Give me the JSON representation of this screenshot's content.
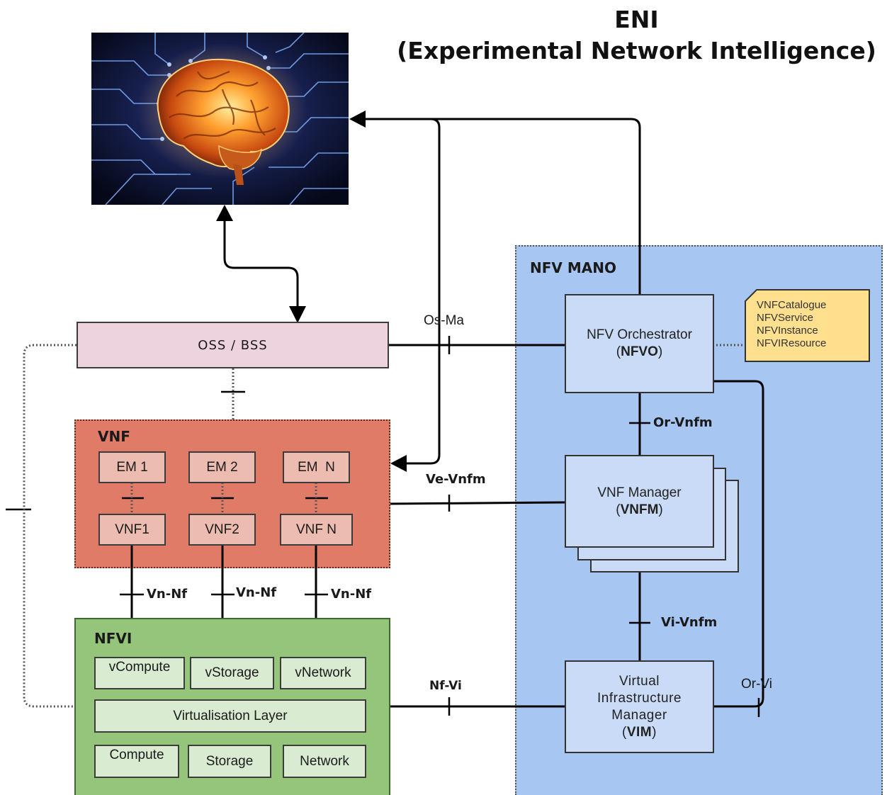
{
  "title": {
    "line1": "ENI",
    "line2": "(Experimental Network Intelligence)"
  },
  "colors": {
    "oss": "#ecd3de",
    "vnf_region": "#e07b67",
    "em_box": "#ecbcb0",
    "nfvi_region": "#94c57a",
    "nfvi_box": "#d9ecd2",
    "mano_region": "#a7c6f2",
    "mano_box": "#c9dbf7",
    "note": "#ffe08e"
  },
  "brain_image": {
    "icon": "brain-circuit-icon"
  },
  "oss": {
    "label": "OSS / BSS"
  },
  "vnf": {
    "label": "VNF",
    "ems": [
      "EM 1",
      "EM 2",
      "EM  N"
    ],
    "vnfs": [
      "VNF1",
      "VNF2",
      "VNF N"
    ]
  },
  "nfvi": {
    "label": "NFVI",
    "virtual": [
      "vCompute",
      "vStorage",
      "vNetwork"
    ],
    "layer": "Virtualisation Layer",
    "physical": [
      "Compute",
      "Storage",
      "Network"
    ]
  },
  "mano": {
    "label": "NFV MANO",
    "nfvo": {
      "name": "NFV Orchestrator",
      "abbr": "NFVO"
    },
    "vnfm": {
      "name": "VNF Manager",
      "abbr": "VNFM"
    },
    "vim": {
      "line1": "Virtual",
      "line2": "Infrastructure",
      "line3": "Manager",
      "abbr": "VIM"
    }
  },
  "catalogue": [
    "VNFCatalogue",
    "NFVService",
    "NFVInstance",
    "NFVIResource"
  ],
  "interfaces": {
    "os_ma": "Os-Ma",
    "or_vnfm": "Or-Vnfm",
    "ve_vnfm": "Ve-Vnfm",
    "vn_nf": [
      "Vn-Nf",
      "Vn-Nf",
      "Vn-Nf"
    ],
    "vi_vnfm": "Vi-Vnfm",
    "nf_vi": "Nf-Vi",
    "or_vi": "Or-Vi"
  }
}
